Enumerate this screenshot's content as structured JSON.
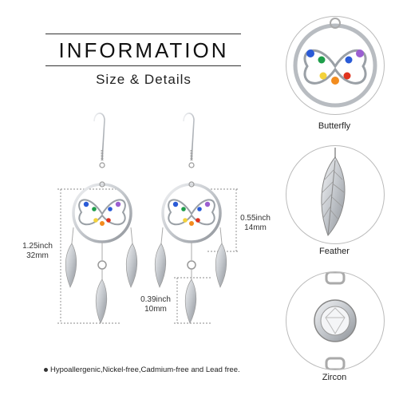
{
  "header": {
    "title": "INFORMATION",
    "subtitle": "Size & Details"
  },
  "dimensions": {
    "total_inch": "1.25inch",
    "total_mm": "32mm",
    "pendant_inch": "0.55inch",
    "pendant_mm": "14mm",
    "feather_inch": "0.39inch",
    "feather_mm": "10mm"
  },
  "details": [
    {
      "label": "Butterfly",
      "icon": "butterfly-closeup"
    },
    {
      "label": "Feather",
      "icon": "feather-closeup"
    },
    {
      "label": "Zircon",
      "icon": "zircon-closeup"
    }
  ],
  "footer": {
    "text": "Hypoallergenic,Nickel-free,Cadmium-free and Lead free."
  },
  "colors": {
    "silver": "#c9ccd1",
    "silver_dark": "#8e9298",
    "gem_blue": "#2a5bd7",
    "gem_green": "#1e9e4a",
    "gem_orange": "#f28c1e",
    "gem_red": "#e0331e",
    "gem_purple": "#9b5fd1",
    "gem_yellow": "#f4d23a"
  }
}
